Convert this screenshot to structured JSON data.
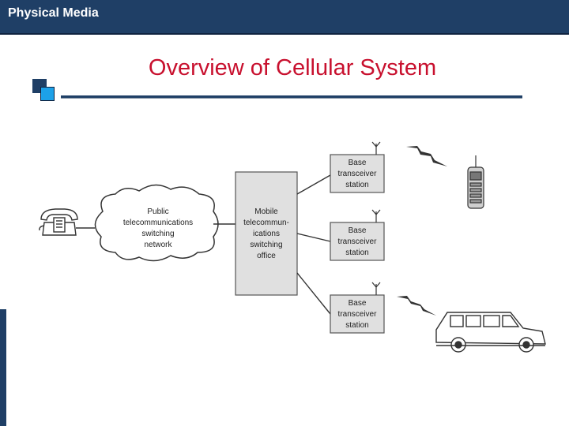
{
  "header": {
    "title": "Physical Media"
  },
  "slide": {
    "title": "Overview of Cellular System"
  },
  "diagram": {
    "cloud_label": [
      "Public",
      "telecommunications",
      "switching",
      "network"
    ],
    "mtso_label": [
      "Mobile",
      "telecommun-",
      "ications",
      "switching",
      "office"
    ],
    "bts_labels": [
      [
        "Base",
        "transceiver",
        "station"
      ],
      [
        "Base",
        "transceiver",
        "station"
      ],
      [
        "Base",
        "transceiver",
        "station"
      ]
    ]
  },
  "icons": [
    "telephone-icon",
    "antenna-icon",
    "radio-wave-icon",
    "mobile-phone-icon",
    "car-icon"
  ],
  "colors": {
    "header": "#1f3f66",
    "title": "#c8102e",
    "accent": "#1da1e8"
  }
}
